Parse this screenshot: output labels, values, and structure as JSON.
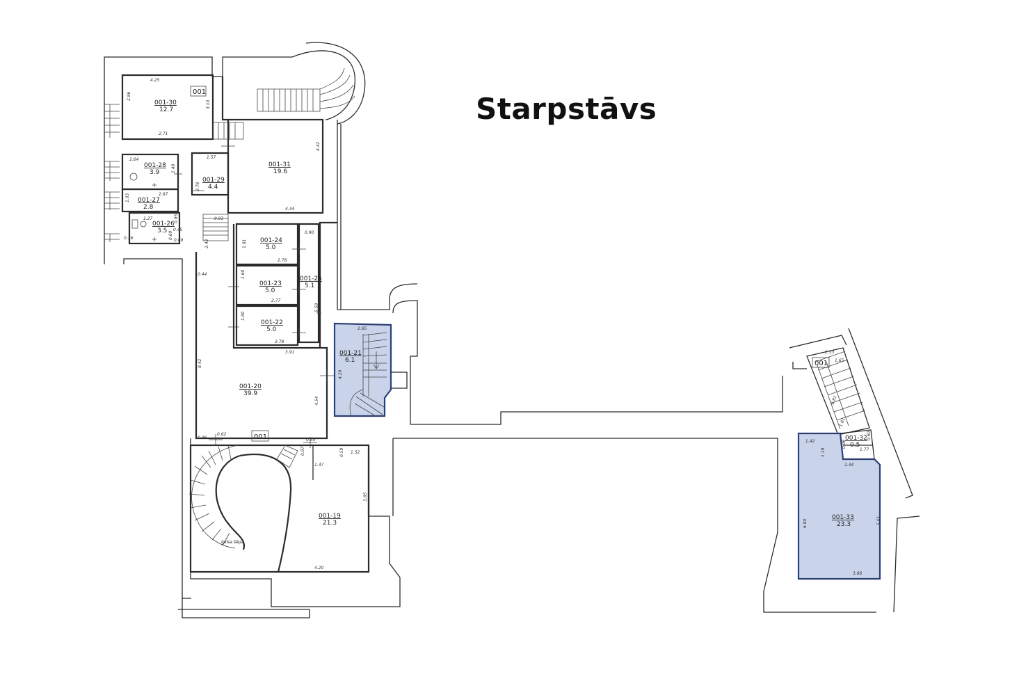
{
  "title": "Starpstāvs",
  "unit_tag": "001",
  "stair_note": "ģelsa šēpa",
  "accent_color": "#c9d3ea",
  "accent_stroke": "#2c3f75",
  "rooms": {
    "r30": {
      "id": "001-30",
      "area": "12.7",
      "highlighted": false
    },
    "r31": {
      "id": "001-31",
      "area": "19.6",
      "highlighted": false
    },
    "r28": {
      "id": "001-28",
      "area": "3.9",
      "highlighted": false
    },
    "r29": {
      "id": "001-29",
      "area": "4.4",
      "highlighted": false
    },
    "r27": {
      "id": "001-27",
      "area": "2.8",
      "highlighted": false
    },
    "r26": {
      "id": "001-26",
      "area": "3.5",
      "highlighted": false
    },
    "r24": {
      "id": "001-24",
      "area": "5.0",
      "highlighted": false
    },
    "r25": {
      "id": "001-25",
      "area": "5.1",
      "highlighted": false
    },
    "r23": {
      "id": "001-23",
      "area": "5.0",
      "highlighted": false
    },
    "r22": {
      "id": "001-22",
      "area": "5.0",
      "highlighted": false
    },
    "r21": {
      "id": "001-21",
      "area": "6.1",
      "highlighted": true
    },
    "r20": {
      "id": "001-20",
      "area": "39.9",
      "highlighted": false
    },
    "r19": {
      "id": "001-19",
      "area": "21.3",
      "highlighted": false
    },
    "r32": {
      "id": "001-32",
      "area": "0.5",
      "highlighted": false
    },
    "r33": {
      "id": "001-33",
      "area": "23.3",
      "highlighted": true
    }
  },
  "dimensions": {
    "d01": "4.25",
    "d02": "2.86",
    "d03": "3.10",
    "d04": "2.71",
    "d05": "4.42",
    "d06": "2.64",
    "d07": "1.49",
    "d08": "1.57",
    "d09": "2.78",
    "d10": "2.67",
    "d11": "1.03",
    "d12": "1.27",
    "d13": "0.95",
    "d14": "0.36",
    "d15": "0.45",
    "d16": "0.69",
    "d17": "0.60",
    "d18": "4.44",
    "d19": "0.93",
    "d20": "1.81",
    "d21": "2.78",
    "d22": "0.90",
    "d23": "2.43",
    "d24": "1.60",
    "d25": "2.77",
    "d26": "1.80",
    "d27": "2.78",
    "d28": "0.44",
    "d29": "3.91",
    "d30": "5.59",
    "d31": "2.65",
    "d32": "4.29",
    "d33": "8.42",
    "d34": "4.54",
    "d35": "0.36",
    "d36": "0.62",
    "d37": "0.55",
    "d38": "0.97",
    "d39": "0.59",
    "d40": "1.52",
    "d41": "1.47",
    "d42": "3.85",
    "d43": "4.20",
    "d44": "1.53",
    "d45": "1.65",
    "d46": "1.42",
    "d47": "0.96",
    "d48": "1.19",
    "d49": "0.60",
    "d50": "1.77",
    "d51": "2.44",
    "d52": "6.80",
    "d53": "5.61",
    "d54": "3.86",
    "d55": "0.81",
    "d56": "1.81"
  }
}
